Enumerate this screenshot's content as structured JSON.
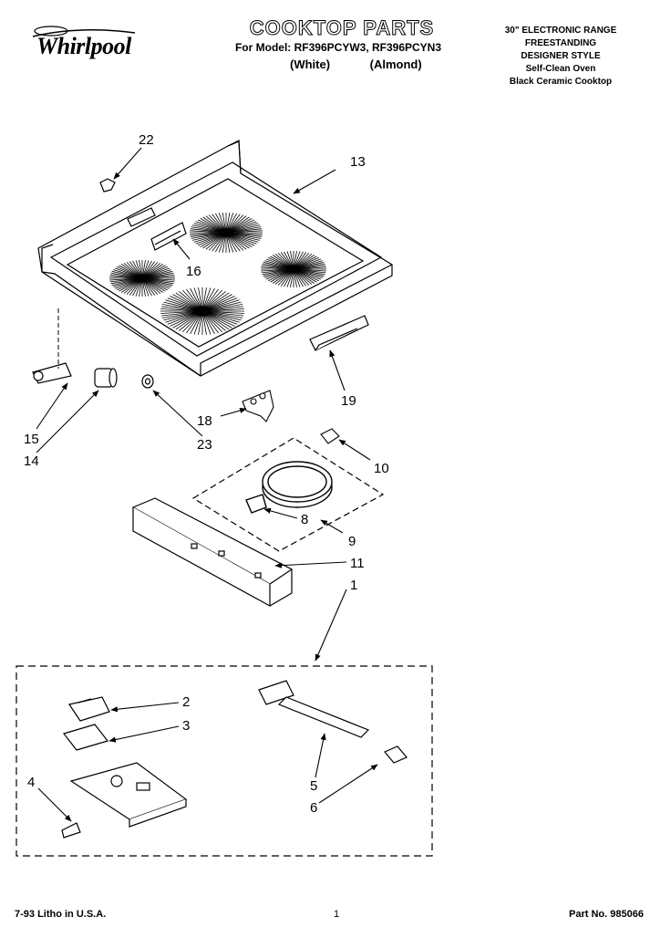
{
  "header": {
    "brand": "Whirlpool",
    "title": "COOKTOP PARTS",
    "model_line": "For Model: RF396PCYW3, RF396PCYN3",
    "color_white": "(White)",
    "color_almond": "(Almond)",
    "specs": [
      "30\" ELECTRONIC RANGE",
      "FREESTANDING",
      "DESIGNER STYLE",
      "Self-Clean Oven",
      "Black Ceramic Cooktop"
    ]
  },
  "callouts": [
    "22",
    "13",
    "16",
    "19",
    "15",
    "14",
    "18",
    "23",
    "10",
    "8",
    "9",
    "11",
    "1",
    "2",
    "3",
    "4",
    "5",
    "6"
  ],
  "footer": {
    "litho": "7-93 Litho in U.S.A.",
    "page": "1",
    "part_no": "Part No. 985066"
  }
}
